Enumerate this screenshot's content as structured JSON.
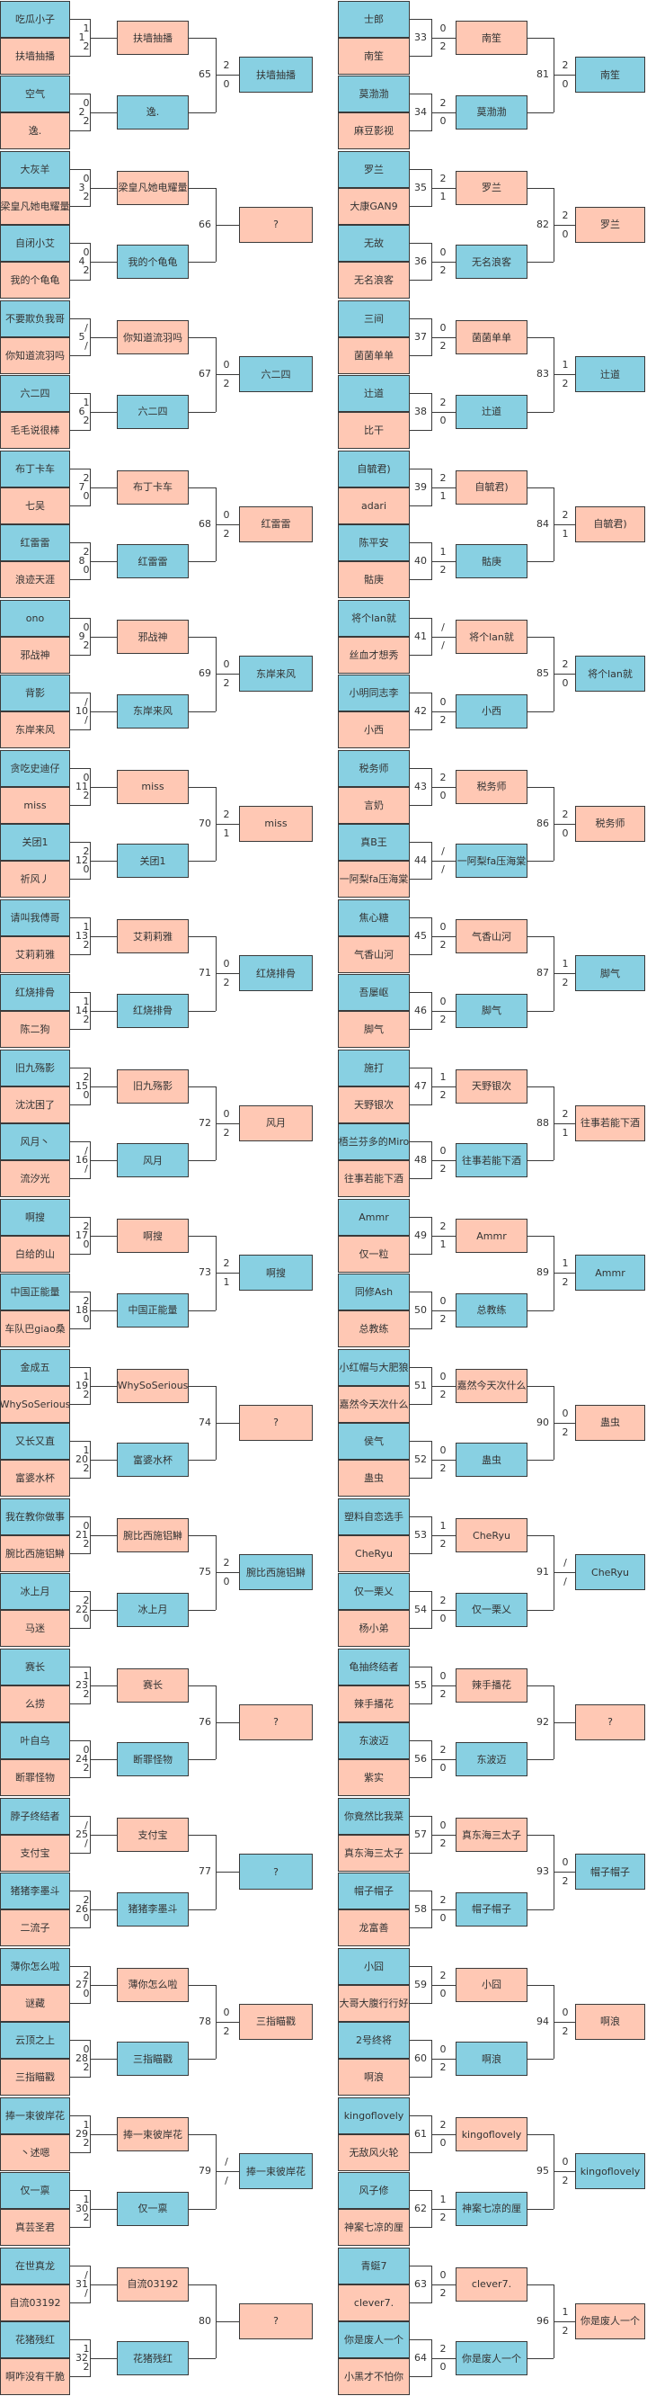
{
  "colors": {
    "blue": "#88d0e2",
    "pink": "#ffc8b4",
    "line": "#3a3a3a"
  },
  "left_matches": [
    {
      "id": "1",
      "p1": "吃瓜小子",
      "p2": "扶墙抽播",
      "s1": "1",
      "s2": "2",
      "winner": "扶墙抽播"
    },
    {
      "id": "2",
      "p1": "空气",
      "p2": "逸.",
      "s1": "0",
      "s2": "2",
      "winner": "逸."
    },
    {
      "id": "3",
      "p1": "大灰羊",
      "p2": "梁皇凡她电耀量",
      "s1": "0",
      "s2": "2",
      "winner": "梁皇凡她电耀量"
    },
    {
      "id": "4",
      "p1": "自闭小艾",
      "p2": "我的个龟龟",
      "s1": "0",
      "s2": "2",
      "winner": "我的个龟龟"
    },
    {
      "id": "5",
      "p1": "不要欺负我哥",
      "p2": "你知道流羽吗",
      "s1": "/",
      "s2": "/",
      "winner": "你知道流羽吗"
    },
    {
      "id": "6",
      "p1": "六二四",
      "p2": "毛毛说很棒",
      "s1": "1",
      "s2": "2",
      "winner": "六二四"
    },
    {
      "id": "7",
      "p1": "布丁卡车",
      "p2": "七吴",
      "s1": "2",
      "s2": "0",
      "winner": "布丁卡车"
    },
    {
      "id": "8",
      "p1": "红雷雷",
      "p2": "浪迹天涯",
      "s1": "2",
      "s2": "0",
      "winner": "红雷雷"
    },
    {
      "id": "9",
      "p1": "ono",
      "p2": "邪战神",
      "s1": "0",
      "s2": "2",
      "winner": "邪战神"
    },
    {
      "id": "10",
      "p1": "背影",
      "p2": "东岸来风",
      "s1": "/",
      "s2": "/",
      "winner": "东岸来风"
    },
    {
      "id": "11",
      "p1": "贪吃史迪仔",
      "p2": "miss",
      "s1": "0",
      "s2": "2",
      "winner": "miss"
    },
    {
      "id": "12",
      "p1": "关团1",
      "p2": "祈风丿",
      "s1": "2",
      "s2": "0",
      "winner": "关团1"
    },
    {
      "id": "13",
      "p1": "请叫我傅哥",
      "p2": "艾莉莉雅",
      "s1": "1",
      "s2": "2",
      "winner": "艾莉莉雅"
    },
    {
      "id": "14",
      "p1": "红烧排骨",
      "p2": "陈二狗",
      "s1": "1",
      "s2": "2",
      "winner": "红烧排骨"
    },
    {
      "id": "15",
      "p1": "旧九殇影",
      "p2": "沈沈困了",
      "s1": "2",
      "s2": "0",
      "winner": "旧九殇影"
    },
    {
      "id": "16",
      "p1": "风月丶",
      "p2": "流汐光",
      "s1": "/",
      "s2": "/",
      "winner": "风月"
    },
    {
      "id": "17",
      "p1": "啊搜",
      "p2": "白给的山",
      "s1": "2",
      "s2": "0",
      "winner": "啊搜"
    },
    {
      "id": "18",
      "p1": "中国正能量",
      "p2": "车队巴giao桑",
      "s1": "2",
      "s2": "0",
      "winner": "中国正能量"
    },
    {
      "id": "19",
      "p1": "金成五",
      "p2": "WhySoSerious",
      "s1": "1",
      "s2": "2",
      "winner": "WhySoSerious"
    },
    {
      "id": "20",
      "p1": "又长又直",
      "p2": "富婆水杯",
      "s1": "1",
      "s2": "2",
      "winner": "富婆水杯"
    },
    {
      "id": "21",
      "p1": "我在教你做事",
      "p2": "腕比西施铝鰰",
      "s1": "0",
      "s2": "2",
      "winner": "腕比西施铝鰰"
    },
    {
      "id": "22",
      "p1": "冰上月",
      "p2": "马迷",
      "s1": "2",
      "s2": "0",
      "winner": "冰上月"
    },
    {
      "id": "23",
      "p1": "赛长",
      "p2": "么捞",
      "s1": "1",
      "s2": "2",
      "winner": "赛长"
    },
    {
      "id": "24",
      "p1": "叶自乌",
      "p2": "断罪怪物",
      "s1": "0",
      "s2": "2",
      "winner": "断罪怪物"
    },
    {
      "id": "25",
      "p1": "脖子终结者",
      "p2": "支付宝",
      "s1": "/",
      "s2": "/",
      "winner": "支付宝"
    },
    {
      "id": "26",
      "p1": "猪猪李墨斗",
      "p2": "二流子",
      "s1": "2",
      "s2": "0",
      "winner": "猪猪李墨斗"
    },
    {
      "id": "27",
      "p1": "薄你怎么啦",
      "p2": "谜藏",
      "s1": "2",
      "s2": "0",
      "winner": "薄你怎么啦"
    },
    {
      "id": "28",
      "p1": "云顶之上",
      "p2": "三指瞄戳",
      "s1": "0",
      "s2": "2",
      "winner": "三指瞄戳"
    },
    {
      "id": "29",
      "p1": "捧一束彼岸花",
      "p2": "丶述嗯",
      "s1": "1",
      "s2": "2",
      "winner": "捧一束彼岸花"
    },
    {
      "id": "30",
      "p1": "仅一禀",
      "p2": "真芸圣君",
      "s1": "1",
      "s2": "2",
      "winner": "仅一禀"
    },
    {
      "id": "31",
      "p1": "在世真龙",
      "p2": "自流03192",
      "s1": "/",
      "s2": "/",
      "winner": "自流03192"
    },
    {
      "id": "32",
      "p1": "花猪残红",
      "p2": "啊咋没有干脆",
      "s1": "1",
      "s2": "2",
      "winner": "花猪残红"
    }
  ],
  "left_round2": [
    {
      "id": "65",
      "s1": "2",
      "s2": "0",
      "winner": "扶墙抽播"
    },
    {
      "id": "66",
      "s1": "",
      "s2": "",
      "winner": "?"
    },
    {
      "id": "67",
      "s1": "0",
      "s2": "2",
      "winner": "六二四"
    },
    {
      "id": "68",
      "s1": "0",
      "s2": "2",
      "winner": "红雷雷"
    },
    {
      "id": "69",
      "s1": "0",
      "s2": "2",
      "winner": "东岸来风"
    },
    {
      "id": "70",
      "s1": "2",
      "s2": "1",
      "winner": "miss"
    },
    {
      "id": "71",
      "s1": "0",
      "s2": "2",
      "winner": "红烧排骨"
    },
    {
      "id": "72",
      "s1": "0",
      "s2": "2",
      "winner": "风月"
    },
    {
      "id": "73",
      "s1": "2",
      "s2": "1",
      "winner": "啊搜"
    },
    {
      "id": "74",
      "s1": "",
      "s2": "",
      "winner": "?"
    },
    {
      "id": "75",
      "s1": "2",
      "s2": "0",
      "winner": "腕比西施铝鰰"
    },
    {
      "id": "76",
      "s1": "",
      "s2": "",
      "winner": "?"
    },
    {
      "id": "77",
      "s1": "",
      "s2": "",
      "winner": "?"
    },
    {
      "id": "78",
      "s1": "0",
      "s2": "2",
      "winner": "三指瞄戳"
    },
    {
      "id": "79",
      "s1": "/",
      "s2": "/",
      "winner": "捧一束彼岸花"
    },
    {
      "id": "80",
      "s1": "",
      "s2": "",
      "winner": "?"
    }
  ],
  "right_matches": [
    {
      "id": "33",
      "p1": "士郎",
      "p2": "南笙",
      "s1": "0",
      "s2": "2",
      "winner": "南笙"
    },
    {
      "id": "34",
      "p1": "莫渤渤",
      "p2": "麻豆影视",
      "s1": "2",
      "s2": "0",
      "winner": "莫渤渤"
    },
    {
      "id": "35",
      "p1": "罗兰",
      "p2": "大康GAN9",
      "s1": "2",
      "s2": "1",
      "winner": "罗兰"
    },
    {
      "id": "36",
      "p1": "无故",
      "p2": "无名浪客",
      "s1": "0",
      "s2": "2",
      "winner": "无名浪客"
    },
    {
      "id": "37",
      "p1": "三间",
      "p2": "菌菌单单",
      "s1": "0",
      "s2": "2",
      "winner": "菌菌单单"
    },
    {
      "id": "38",
      "p1": "辻道",
      "p2": "比干",
      "s1": "2",
      "s2": "0",
      "winner": "辻道"
    },
    {
      "id": "39",
      "p1": "自毓君)",
      "p2": "adari",
      "s1": "2",
      "s2": "1",
      "winner": "自毓君)"
    },
    {
      "id": "40",
      "p1": "陈平安",
      "p2": "骷庚",
      "s1": "1",
      "s2": "2",
      "winner": "骷庚"
    },
    {
      "id": "41",
      "p1": "将个lan就",
      "p2": "丝血才想秀",
      "s1": "/",
      "s2": "/",
      "winner": "将个lan就"
    },
    {
      "id": "42",
      "p1": "小明同志李",
      "p2": "小西",
      "s1": "0",
      "s2": "2",
      "winner": "小西"
    },
    {
      "id": "43",
      "p1": "税务师",
      "p2": "言奶",
      "s1": "2",
      "s2": "0",
      "winner": "税务师"
    },
    {
      "id": "44",
      "p1": "真B王",
      "p2": "一阿梨fa压海棠",
      "s1": "/",
      "s2": "/",
      "winner": "一阿梨fa压海棠"
    },
    {
      "id": "45",
      "p1": "焦心糖",
      "p2": "气香山河",
      "s1": "0",
      "s2": "2",
      "winner": "气香山河"
    },
    {
      "id": "46",
      "p1": "吾屡岖",
      "p2": "脚气",
      "s1": "0",
      "s2": "2",
      "winner": "脚气"
    },
    {
      "id": "47",
      "p1": "施打",
      "p2": "天野银次",
      "s1": "1",
      "s2": "2",
      "winner": "天野银次"
    },
    {
      "id": "48",
      "p1": "梧兰芬多的Miro",
      "p2": "往事若能下酒",
      "s1": "0",
      "s2": "2",
      "winner": "往事若能下酒"
    },
    {
      "id": "49",
      "p1": "Ammr",
      "p2": "仅一粒",
      "s1": "2",
      "s2": "1",
      "winner": "Ammr"
    },
    {
      "id": "50",
      "p1": "同修Ash",
      "p2": "总教练",
      "s1": "0",
      "s2": "2",
      "winner": "总教练"
    },
    {
      "id": "51",
      "p1": "小红帽与大肥狼",
      "p2": "嘉然今天次什么",
      "s1": "0",
      "s2": "2",
      "winner": "嘉然今天次什么"
    },
    {
      "id": "52",
      "p1": "侯气",
      "p2": "蛊虫",
      "s1": "0",
      "s2": "2",
      "winner": "蛊虫"
    },
    {
      "id": "53",
      "p1": "塑料自恋选手",
      "p2": "CheRyu",
      "s1": "1",
      "s2": "2",
      "winner": "CheRyu"
    },
    {
      "id": "54",
      "p1": "仅一栗乂",
      "p2": "杨小弟",
      "s1": "2",
      "s2": "0",
      "winner": "仅一栗乂"
    },
    {
      "id": "55",
      "p1": "龟抽终结者",
      "p2": "辣手播花",
      "s1": "0",
      "s2": "2",
      "winner": "辣手播花"
    },
    {
      "id": "56",
      "p1": "东波迈",
      "p2": "紫实",
      "s1": "2",
      "s2": "0",
      "winner": "东波迈"
    },
    {
      "id": "57",
      "p1": "你竟然比我菜",
      "p2": "真东海三太子",
      "s1": "0",
      "s2": "2",
      "winner": "真东海三太子"
    },
    {
      "id": "58",
      "p1": "帽子帽子",
      "p2": "龙富善",
      "s1": "2",
      "s2": "0",
      "winner": "帽子帽子"
    },
    {
      "id": "59",
      "p1": "小囧",
      "p2": "大哥大腹行行好",
      "s1": "2",
      "s2": "0",
      "winner": "小囧"
    },
    {
      "id": "60",
      "p1": "2号终将",
      "p2": "啊浪",
      "s1": "0",
      "s2": "2",
      "winner": "啊浪"
    },
    {
      "id": "61",
      "p1": "kingoflovely",
      "p2": "无敌风火轮",
      "s1": "2",
      "s2": "0",
      "winner": "kingoflovely"
    },
    {
      "id": "62",
      "p1": "风子修",
      "p2": "神案七凉的厘",
      "s1": "1",
      "s2": "2",
      "winner": "神案七凉的厘"
    },
    {
      "id": "63",
      "p1": "青蜓7",
      "p2": "clever7.",
      "s1": "0",
      "s2": "2",
      "winner": "clever7."
    },
    {
      "id": "64",
      "p1": "你是废人一个",
      "p2": "小黑才不怕你",
      "s1": "2",
      "s2": "0",
      "winner": "你是废人一个"
    }
  ],
  "right_round2": [
    {
      "id": "81",
      "s1": "2",
      "s2": "0",
      "winner": "南笙"
    },
    {
      "id": "82",
      "s1": "2",
      "s2": "0",
      "winner": "罗兰"
    },
    {
      "id": "83",
      "s1": "1",
      "s2": "2",
      "winner": "辻道"
    },
    {
      "id": "84",
      "s1": "2",
      "s2": "1",
      "winner": "自毓君)"
    },
    {
      "id": "85",
      "s1": "2",
      "s2": "0",
      "winner": "将个lan就"
    },
    {
      "id": "86",
      "s1": "2",
      "s2": "0",
      "winner": "税务师"
    },
    {
      "id": "87",
      "s1": "1",
      "s2": "2",
      "winner": "脚气"
    },
    {
      "id": "88",
      "s1": "2",
      "s2": "1",
      "winner": "往事若能下酒"
    },
    {
      "id": "89",
      "s1": "1",
      "s2": "2",
      "winner": "Ammr"
    },
    {
      "id": "90",
      "s1": "0",
      "s2": "2",
      "winner": "蛊虫"
    },
    {
      "id": "91",
      "s1": "/",
      "s2": "/",
      "winner": "CheRyu"
    },
    {
      "id": "92",
      "s1": "",
      "s2": "",
      "winner": "?"
    },
    {
      "id": "93",
      "s1": "0",
      "s2": "2",
      "winner": "帽子帽子"
    },
    {
      "id": "94",
      "s1": "0",
      "s2": "2",
      "winner": "啊浪"
    },
    {
      "id": "95",
      "s1": "0",
      "s2": "2",
      "winner": "kingoflovely"
    },
    {
      "id": "96",
      "s1": "1",
      "s2": "2",
      "winner": "你是废人一个"
    }
  ]
}
